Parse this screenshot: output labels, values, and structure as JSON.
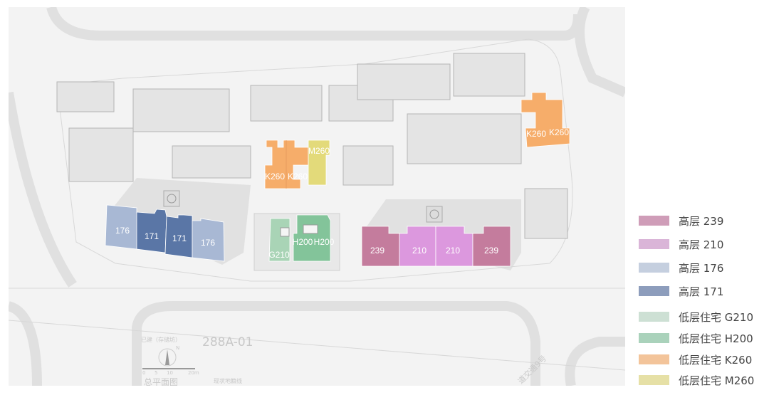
{
  "map": {
    "plot_label": "288A-01",
    "built_label": "已建（存储坊）",
    "north_label": "N",
    "scale_ticks": [
      "0",
      "5",
      "10",
      "20m"
    ],
    "plan_title": "总平面图",
    "boundary_label": "现状地籍线",
    "road_label": "道交通9号",
    "buildings": {
      "west": [
        "176",
        "171",
        "171",
        "176"
      ],
      "east": [
        "239",
        "210",
        "210",
        "239"
      ],
      "k_center": [
        "K260",
        "K260"
      ],
      "m_center": "M260",
      "g": "G210",
      "h": [
        "H200",
        "H200"
      ],
      "k_east": [
        "K260",
        "K260"
      ]
    }
  },
  "legend": [
    {
      "label": "高层 239",
      "color": "#cf9db8"
    },
    {
      "label": "高层 210",
      "color": "#dab5d8"
    },
    {
      "label": "高层 176",
      "color": "#c5cfdf"
    },
    {
      "label": "高层 171",
      "color": "#8d9dbc"
    },
    {
      "label": "低层住宅 G210",
      "color": "#cde0d4"
    },
    {
      "label": "低层住宅 H200",
      "color": "#aad2bb"
    },
    {
      "label": "低层住宅 K260",
      "color": "#f3c49a"
    },
    {
      "label": "低层住宅 M260",
      "color": "#e6e0a6"
    }
  ],
  "colors": {
    "c239": "#c47c9d",
    "c210": "#dc98de",
    "c176": "#a8b8d4",
    "c171": "#5a76a6",
    "g210": "#a9d4b6",
    "h200": "#83c49a",
    "k260": "#f6ad6a",
    "m260": "#e3da7a"
  }
}
